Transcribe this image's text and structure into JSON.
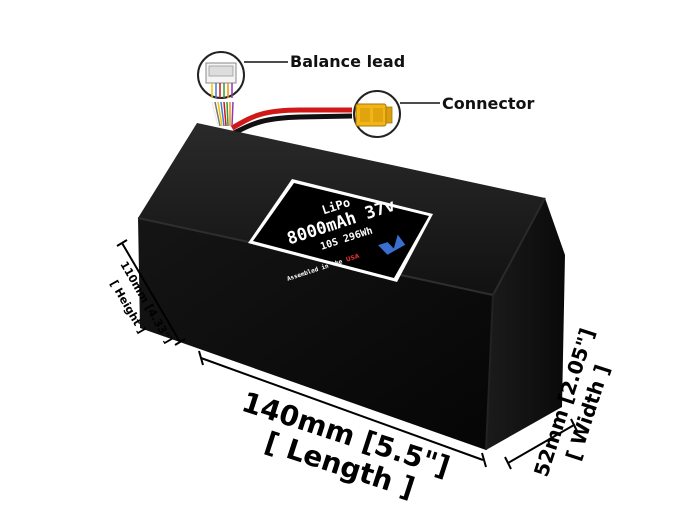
{
  "callouts": {
    "balance_lead": "Balance lead",
    "connector": "Connector"
  },
  "label": {
    "chemistry": "LiPo",
    "capacity_voltage": "8000mAh 37v",
    "config_energy": "10S 296Wh",
    "assembled": "Assembled in the",
    "country": "USA"
  },
  "dimensions": {
    "length_value": "140mm [5.5\"]",
    "length_name": "[ Length ]",
    "width_value": "52mm [2.05\"]",
    "width_name": "[ Width ]",
    "height_value": "110mm [4.33\"]",
    "height_name": "[ Height ]"
  },
  "colors": {
    "battery_body": "#0d0d0d",
    "lead_red": "#d01818",
    "connector_yellow": "#f2b515",
    "callout_ring": "#222222"
  }
}
